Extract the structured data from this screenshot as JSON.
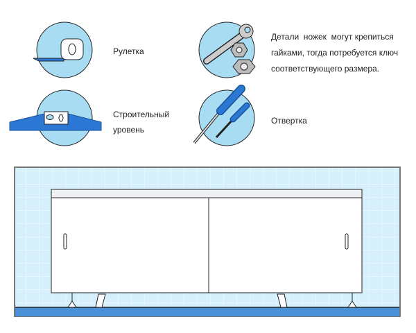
{
  "tools": [
    {
      "label": "Рулетка",
      "icon": "tape-measure-icon"
    },
    {
      "label_line1": "Строительный",
      "label_line2": "уровень",
      "icon": "spirit-level-icon"
    },
    {
      "lines": [
        "Детали  ножек  могут крепиться",
        "гайками, тогда потребуется ключ",
        "соответствующего размера."
      ],
      "icon": "wrench-icon"
    },
    {
      "label": "Отвертка",
      "icon": "screwdriver-icon"
    }
  ],
  "colors": {
    "circle": "#a7dcf2",
    "blue": "#2b78d4",
    "wall": "#d6f0fb",
    "floor": "#4a90d9"
  }
}
